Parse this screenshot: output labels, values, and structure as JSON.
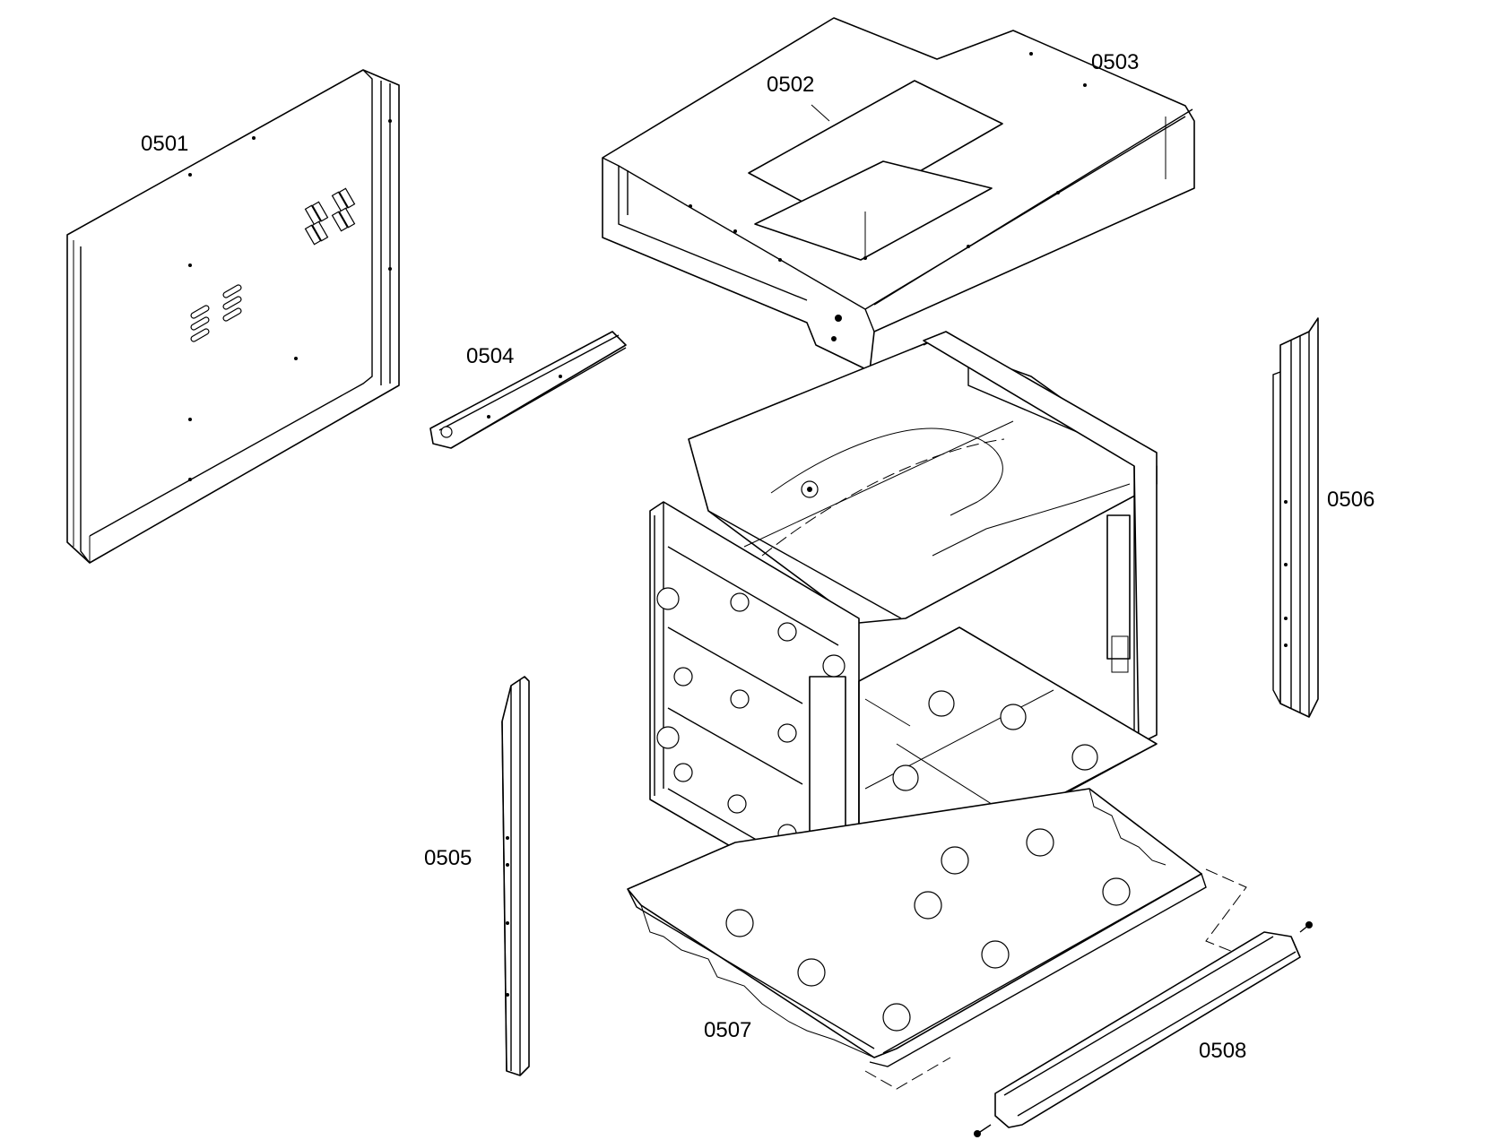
{
  "labels": {
    "p0501": "0501",
    "p0502": "0502",
    "p0503": "0503",
    "p0504": "0504",
    "p0505": "0505",
    "p0506": "0506",
    "p0507": "0507",
    "p0508": "0508"
  }
}
